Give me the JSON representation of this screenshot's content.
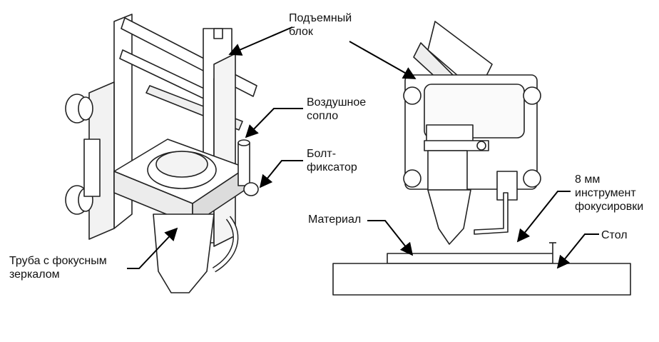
{
  "labels": {
    "lift_block": "Подъемный\nблок",
    "air_nozzle": "Воздушное\nсопло",
    "lock_bolt": "Болт-\nфиксатор",
    "focus_tube": "Труба с фокусным\nзеркалом",
    "material": "Материал",
    "focus_tool": "8 мм\nинструмент\nфокусировки",
    "table": "Стол"
  },
  "colors": {
    "line": "#222222",
    "fill": "#ffffff",
    "shade": "#e6e6e6"
  }
}
